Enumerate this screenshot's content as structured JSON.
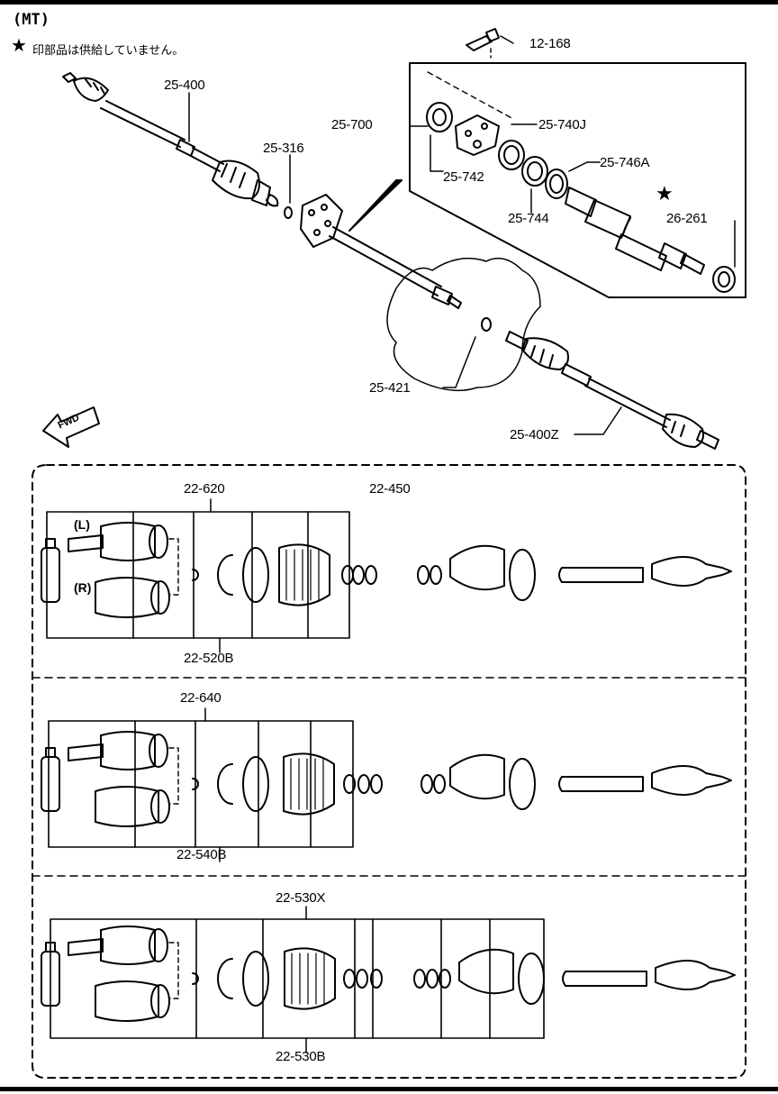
{
  "header": {
    "variant": "(MT)",
    "star_symbol": "★",
    "note": "印部品は供給していません。"
  },
  "callouts": {
    "c12_168": "12-168",
    "c25_400": "25-400",
    "c25_316": "25-316",
    "c25_700": "25-700",
    "c25_740J": "25-740J",
    "c25_742": "25-742",
    "c25_746A": "25-746A",
    "c25_744": "25-744",
    "c26_261": "26-261",
    "c25_421": "25-421",
    "c25_400Z": "25-400Z",
    "detail_star": "★",
    "fwd": "FWD"
  },
  "panels": [
    {
      "top_label": "22-620",
      "top_label2": "22-450",
      "bottom_label": "22-520B",
      "left_tag": "(L)",
      "right_tag": "(R)"
    },
    {
      "top_label": "22-640",
      "bottom_label": "22-540B"
    },
    {
      "top_label": "22-530X",
      "bottom_label": "22-530B"
    }
  ]
}
